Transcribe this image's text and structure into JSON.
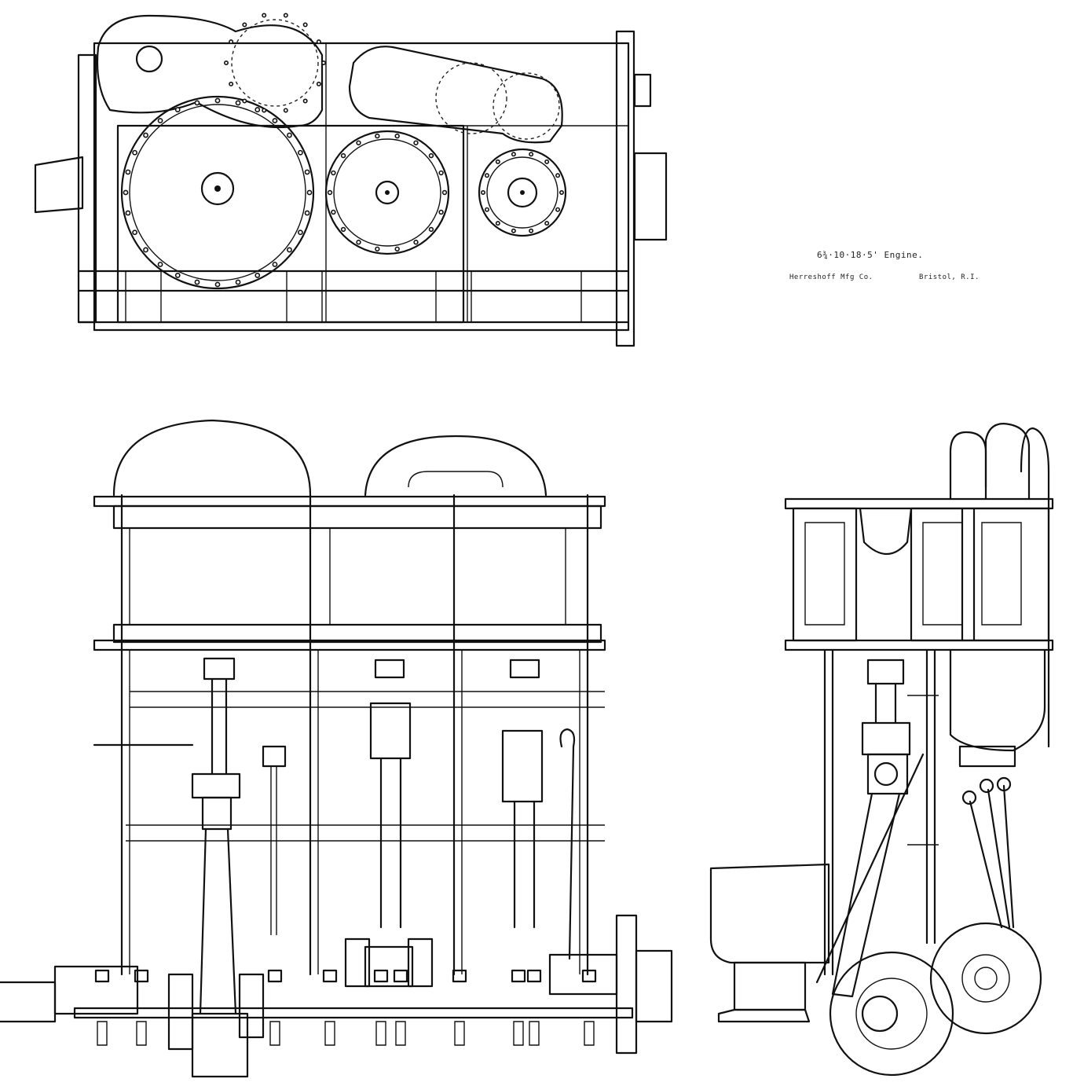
{
  "caption": {
    "line1": "6¾·10·18·5' Engine.",
    "line2_left": "Herreshoff Mfg Co.",
    "line2_right": "Bristol, R.I."
  },
  "colors": {
    "ink": "#111111",
    "paper": "#ffffff"
  },
  "views": [
    "plan-view",
    "front-elevation",
    "end-elevation"
  ]
}
